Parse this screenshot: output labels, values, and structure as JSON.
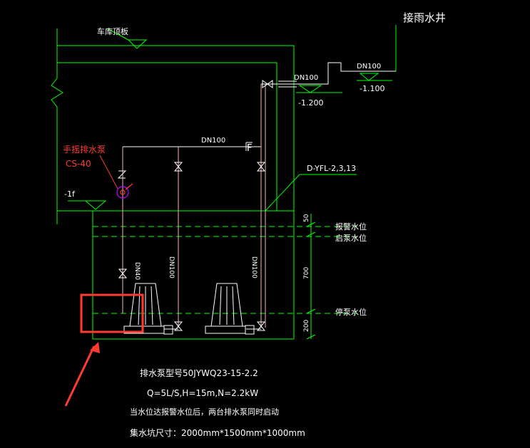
{
  "colors": {
    "background": "#000000",
    "structure": "#00ff00",
    "pipe": "#ffffff",
    "pipe_pink": "#ffb0b0",
    "highlight": "#ff3b30",
    "pump_symbol": "#c000ff"
  },
  "labels": {
    "rainwater_well": "接雨水井",
    "garage_roof": "车库顶板",
    "hand_pump": "手摇排水泵",
    "hand_pump_model": "CS-40",
    "floor_level": "-1f",
    "pipe_dn100_main": "DN100",
    "pipe_dn100_right": "DN100",
    "pipe_dn100_top": "DN100",
    "pipe_dn40": "DN40",
    "pipe_dn100_v1": "DN100",
    "pipe_dn100_v2": "DN100",
    "level_minus_1200": "-1.200",
    "level_minus_1100": "-1.100",
    "riser_code": "D-YFL-2,3,13",
    "alarm_level": "报警水位",
    "start_level": "启泵水位",
    "stop_level": "停泵水位",
    "dim_50": "50",
    "dim_700": "700",
    "dim_200": "200",
    "check_valve_tag": "F"
  },
  "notes": [
    "排水泵型号50JYWQ23-15-2.2",
    "Q=5L/S,H=15m,N=2.2kW",
    "当水位达报警水位后，两台排水泵同时启动",
    "集水坑尺寸：2000mm*1500mm*1000mm"
  ]
}
